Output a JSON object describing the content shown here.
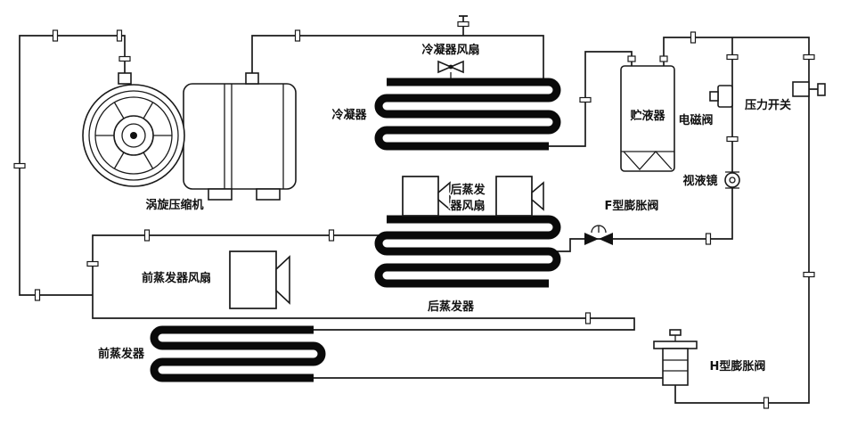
{
  "diagram": {
    "labels": {
      "condenser_fan": "冷凝器风扇",
      "condenser": "冷凝器",
      "receiver_drier": "贮液器",
      "solenoid_valve": "电磁阀",
      "pressure_switch": "压力开关",
      "sight_glass": "视液镜",
      "f_expansion_valve": "F型膨胀阀",
      "scroll_compressor": "涡旋压缩机",
      "rear_evaporator_fan_line1": "后蒸发",
      "rear_evaporator_fan_line2": "器风扇",
      "front_evaporator_fan": "前蒸发器风扇",
      "rear_evaporator": "后蒸发器",
      "front_evaporator": "前蒸发器",
      "h_expansion_valve": "H型膨胀阀"
    },
    "colors": {
      "line": "#1a1a1a",
      "coil_fill": "#0a0a0a",
      "background": "#ffffff"
    }
  }
}
